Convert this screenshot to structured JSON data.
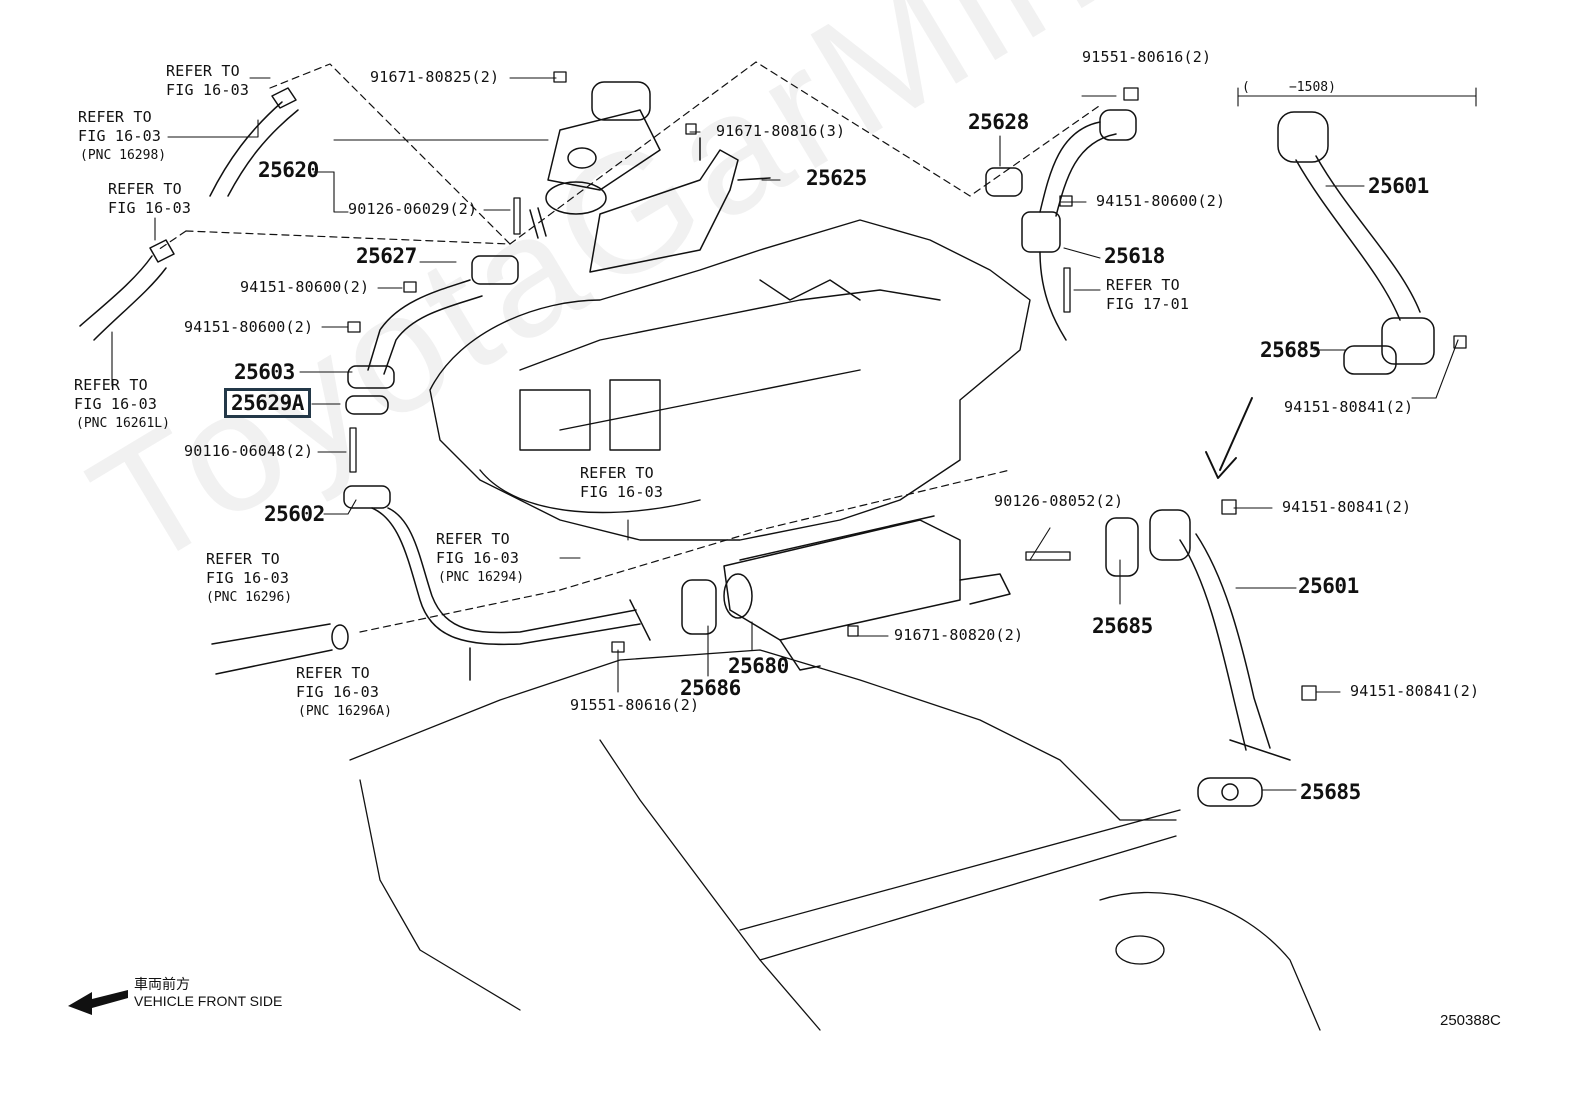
{
  "watermark": "ToyotaGarMine.ru",
  "range_note": "(     −1508)",
  "diagram_code": "250388C",
  "orientation": {
    "jp": "車両前方",
    "en": "VEHICLE FRONT SIDE"
  },
  "refs": {
    "r1": "REFER TO\nFIG 16-03",
    "r2": "REFER TO\nFIG 16-03",
    "r2_pnc": "(PNC 16298)",
    "r3": "REFER TO\nFIG 16-03",
    "r4": "REFER TO\nFIG 16-03",
    "r4_pnc": "(PNC 16261L)",
    "r5": "REFER TO\nFIG 16-03",
    "r6": "REFER TO\nFIG 16-03",
    "r6_pnc": "(PNC 16294)",
    "r7": "REFER TO\nFIG 16-03",
    "r7_pnc": "(PNC 16296)",
    "r8": "REFER TO\nFIG 16-03",
    "r8_pnc": "(PNC 16296A)",
    "r9": "REFER TO\nFIG 17-01"
  },
  "parts": {
    "p25620": "25620",
    "p25625": "25625",
    "p25627": "25627",
    "p25603": "25603",
    "p25629A": "25629A",
    "p25602": "25602",
    "p25628": "25628",
    "p25618": "25618",
    "p25601a": "25601",
    "p25685a": "25685",
    "p25601b": "25601",
    "p25685b": "25685",
    "p25685c": "25685",
    "p25680": "25680",
    "p25686": "25686"
  },
  "fasteners": {
    "f1": "91671-80825(2)",
    "f2": "91671-80816(3)",
    "f3": "90126-06029(2)",
    "f4": "94151-80600(2)",
    "f5": "94151-80600(2)",
    "f6": "90116-06048(2)",
    "f7": "91551-80616(2)",
    "f8": "94151-80600(2)",
    "f9": "94151-80841(2)",
    "f10": "90126-08052(2)",
    "f11": "94151-80841(2)",
    "f12": "94151-80841(2)",
    "f13": "91671-80820(2)",
    "f14": "91551-80616(2)"
  }
}
